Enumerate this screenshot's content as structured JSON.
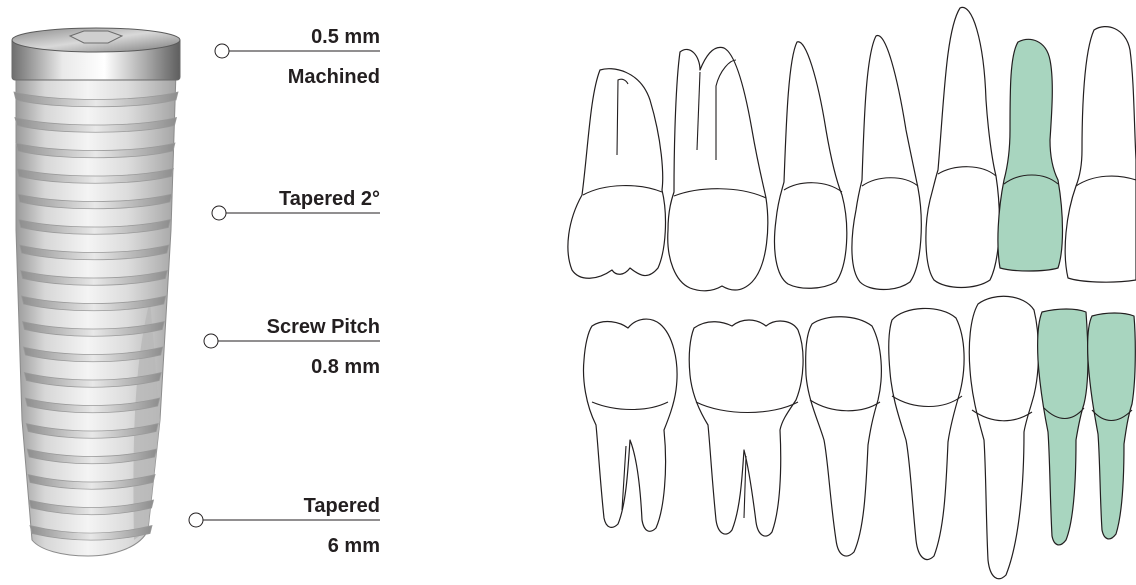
{
  "implant": {
    "callouts": [
      {
        "id": "collar",
        "lines": [
          "0.5 mm",
          "Machined"
        ]
      },
      {
        "id": "taper",
        "lines": [
          "Tapered 2°"
        ]
      },
      {
        "id": "pitch",
        "lines": [
          "Screw Pitch",
          "0.8 mm"
        ]
      },
      {
        "id": "apex",
        "lines": [
          "Tapered",
          "6 mm"
        ]
      }
    ]
  },
  "teeth_chart": {
    "highlight_color": "#a8d5bf",
    "upper_highlighted": [
      "upper-tooth-6"
    ],
    "lower_highlighted": [
      "lower-tooth-6",
      "lower-tooth-7"
    ]
  }
}
